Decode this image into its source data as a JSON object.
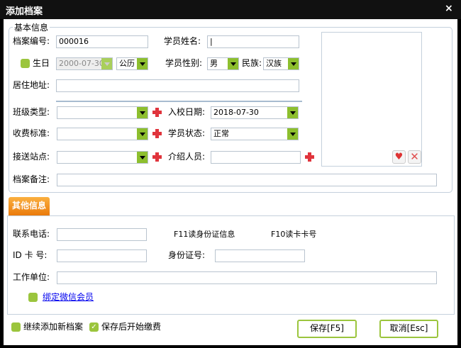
{
  "window": {
    "title": "添加档案",
    "close": "×"
  },
  "basic": {
    "legend": "基本信息",
    "file_no_label": "档案编号:",
    "file_no": "000016",
    "name_label": "学员姓名:",
    "name": "|",
    "birthday_label": "生日",
    "birthday": "2000-07-30",
    "calendar": "公历",
    "gender_label": "学员性别:",
    "gender": "男",
    "ethnicity_label": "民族:",
    "ethnicity": "汉族",
    "address_label": "居住地址:",
    "address": "",
    "class_label": "班级类型:",
    "class": "",
    "enroll_label": "入校日期:",
    "enroll_date": "2018-07-30",
    "fee_label": "收费标准:",
    "fee": "",
    "status_label": "学员状态:",
    "status": "正常",
    "station_label": "接送站点:",
    "station": "",
    "referrer_label": "介绍人员:",
    "referrer": "",
    "remark_label": "档案备注:",
    "remark": ""
  },
  "other": {
    "tab": "其他信息",
    "phone_label": "联系电话:",
    "phone": "",
    "f11": "F11读身份证信息",
    "f10": "F10读卡卡号",
    "idcard_label": "ID 卡 号:",
    "idcard": "",
    "identity_label": "身份证号:",
    "identity": "",
    "work_label": "工作单位:",
    "work": "",
    "wechat_link": "绑定微信会员"
  },
  "footer": {
    "continue_label": "继续添加新档案",
    "pay_label": "保存后开始缴费",
    "save": "保存[F5]",
    "cancel": "取消[Esc]"
  },
  "colors": {
    "accent": "#9bc53d",
    "tab": "#f08c10",
    "plus": "#e0343c"
  }
}
